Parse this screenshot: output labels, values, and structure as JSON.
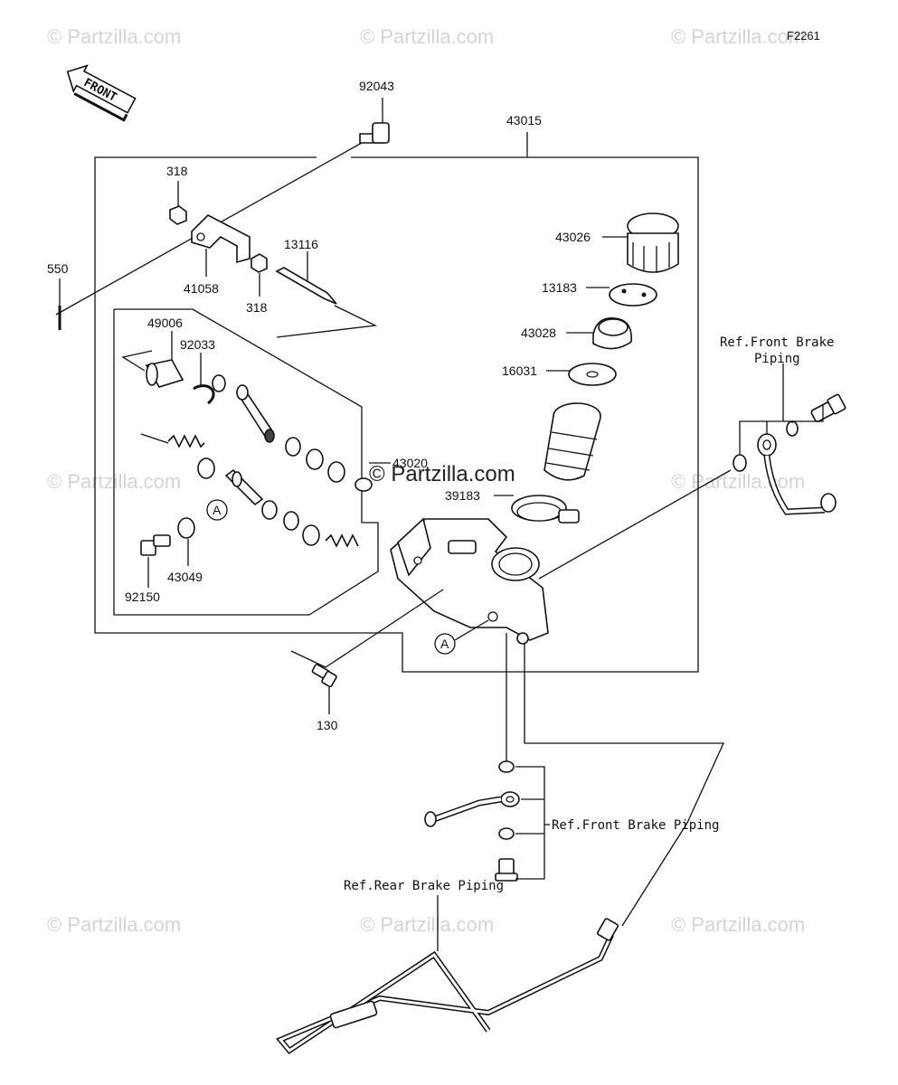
{
  "figure_code": "F2261",
  "front_label": "FRONT",
  "watermark": "© Partzilla.com",
  "center_watermark": "© Partzilla.com",
  "callout_a": "A",
  "parts": {
    "p92043": "92043",
    "p43015": "43015",
    "p318a": "318",
    "p318b": "318",
    "p41058": "41058",
    "p13116": "13116",
    "p550": "550",
    "p49006": "49006",
    "p92033": "92033",
    "p43020": "43020",
    "p43049": "43049",
    "p92150": "92150",
    "p43026": "43026",
    "p13183": "13183",
    "p43028": "43028",
    "p16031": "16031",
    "p39183": "39183",
    "p130": "130"
  },
  "refs": {
    "front_brake_piping_line1": "Ref.Front Brake",
    "front_brake_piping_line2": "Piping",
    "front_brake_piping": "Ref.Front Brake Piping",
    "rear_brake_piping": "Ref.Rear Brake Piping"
  }
}
